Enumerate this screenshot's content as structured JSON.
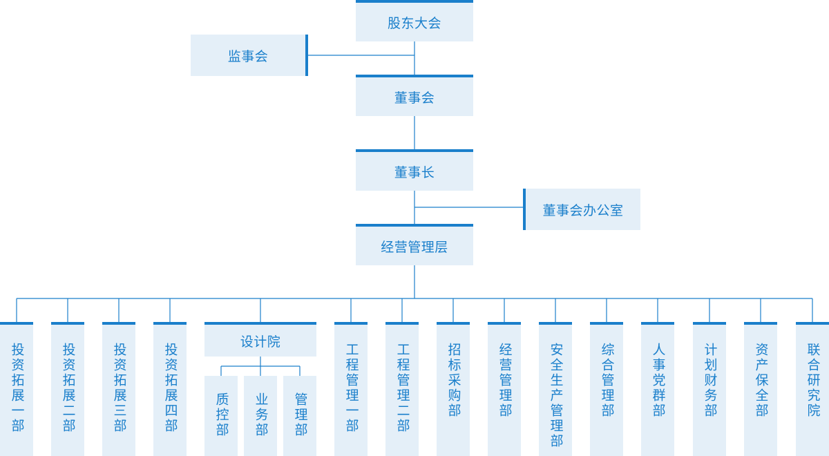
{
  "top": {
    "shareholders": "股东大会",
    "supervisors": "监事会",
    "board": "董事会",
    "chairman": "董事长",
    "board_office": "董事会办公室",
    "management": "经营管理层"
  },
  "design_institute": {
    "label": "设计院",
    "subs": [
      "质控部",
      "业务部",
      "管理部"
    ]
  },
  "departments": [
    "投资拓展一部",
    "投资拓展二部",
    "投资拓展三部",
    "投资拓展四部",
    "工程管理一部",
    "工程管理二部",
    "招标采购部",
    "经营管理部",
    "安全生产管理部",
    "综合管理部",
    "人事党群部",
    "计划财务部",
    "资产保全部",
    "联合研究院"
  ],
  "colors": {
    "accent": "#1a7fcb",
    "box_fill": "#e4eff8"
  }
}
